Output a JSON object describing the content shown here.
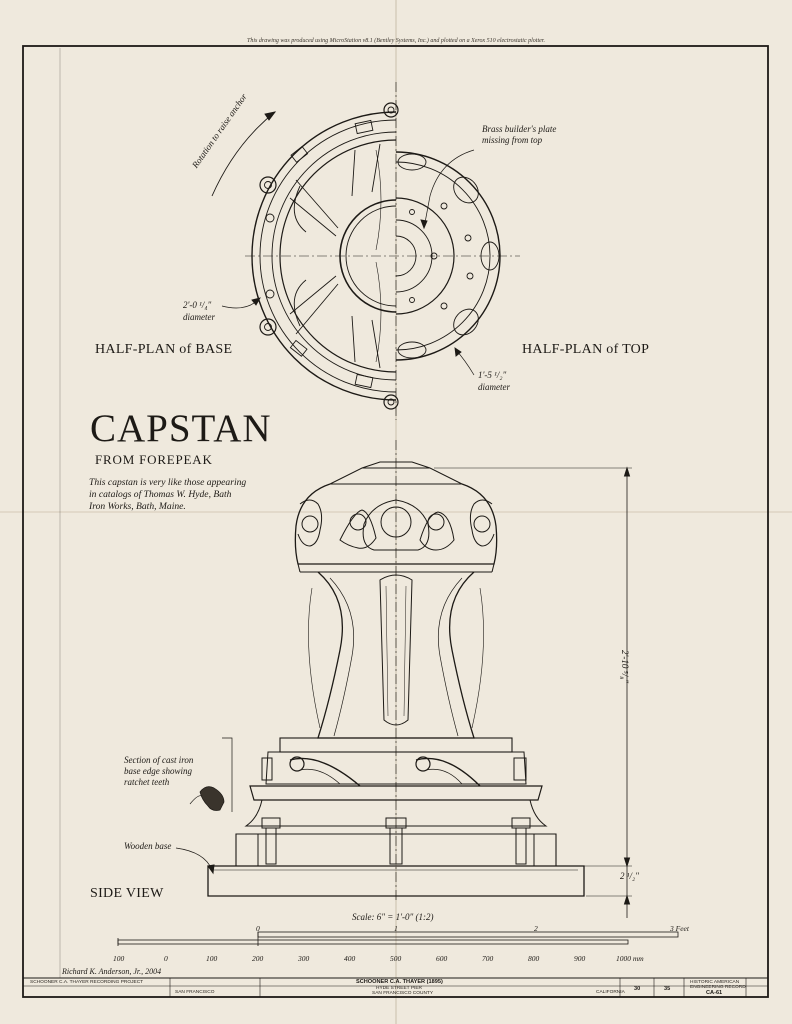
{
  "header": {
    "production_note": "This drawing was produced using MicroStation v8.1 (Bentley Systems, Inc.) and plotted on a Xerox 510 electrostatic plotter."
  },
  "views": {
    "half_plan_base": "HALF-PLAN of BASE",
    "half_plan_top": "HALF-PLAN of TOP",
    "side_view": "SIDE VIEW"
  },
  "title": {
    "main": "CAPSTAN",
    "sub": "FROM FOREPEAK",
    "note_lines": [
      "This capstan is very like those appearing",
      "in catalogs of Thomas W. Hyde, Bath",
      "Iron Works, Bath, Maine."
    ]
  },
  "annotations": {
    "rotation": "Rotation to raise anchor",
    "brass_plate_1": "Brass builder's plate",
    "brass_plate_2": "missing from top",
    "base_diameter_1": "2'-0 ¹/₄\"",
    "base_diameter_2": "diameter",
    "top_diameter_1": "1'-5 ¹/₂\"",
    "top_diameter_2": "diameter",
    "height_dim": "2'-10 ⁵/₈\"",
    "base_dim": "2 ¹/₂\"",
    "section_note_1": "Section of cast iron",
    "section_note_2": "base edge showing",
    "section_note_3": "ratchet teeth",
    "wooden_base": "Wooden base"
  },
  "scale": {
    "label": "Scale: 6\" = 1'-0\" (1:2)",
    "feet_ticks": [
      "0",
      "1",
      "2",
      "3 Feet"
    ],
    "mm_ticks": [
      "100",
      "0",
      "100",
      "200",
      "300",
      "400",
      "500",
      "600",
      "700",
      "800",
      "900",
      "1000 mm"
    ]
  },
  "title_block": {
    "delineator": "Richard K. Anderson, Jr., 2004",
    "project": "SCHOONER C.A. THAYER RECORDING PROJECT",
    "city": "SAN FRANCISCO",
    "vessel": "SCHOONER C.A. THAYER (1895)",
    "location_1": "HYDE STREET PIER",
    "location_2": "SAN FRANCISCO COUNTY",
    "state": "CALIFORNIA",
    "sheet_num": "30",
    "sheet_total": "35",
    "agency_1": "HISTORIC AMERICAN",
    "agency_2": "ENGINEERING RECORD",
    "record_no": "CA-61"
  },
  "colors": {
    "paper": "#efe9dd",
    "ink": "#1d1a16"
  }
}
